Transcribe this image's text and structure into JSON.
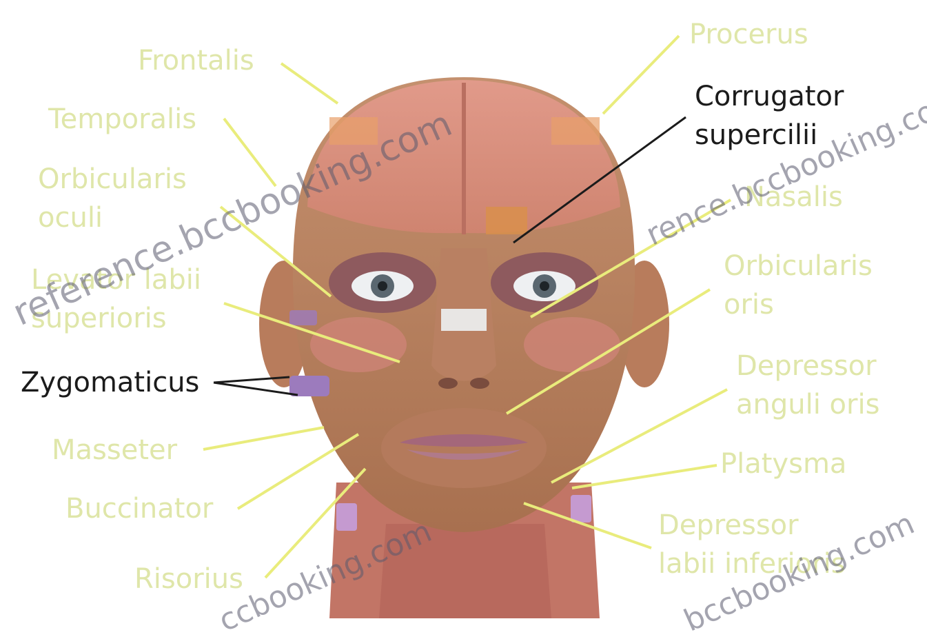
{
  "colors": {
    "faded_label": "#dfe6a9",
    "dark_label": "#1b1b1b",
    "leader_yellow": "#e9ec7c",
    "leader_dark": "#1b1b1b",
    "skin": "#c9926c",
    "muscle": "#d98476"
  },
  "labels": {
    "frontalis": "Frontalis",
    "procerus": "Procerus",
    "temporalis": "Temporalis",
    "corrugator_1": "Corrugator",
    "corrugator_2": "supercilii",
    "orbicularis_oculi_1": "Orbicularis",
    "orbicularis_oculi_2": "oculi",
    "nasalis": "Nasalis",
    "levator_1": "Levator labii",
    "levator_2": "superioris",
    "orbicularis_oris_1": "Orbicularis",
    "orbicularis_oris_2": "oris",
    "zygomaticus": "Zygomaticus",
    "depressor_anguli_1": "Depressor",
    "depressor_anguli_2": "anguli oris",
    "masseter": "Masseter",
    "platysma": "Platysma",
    "buccinator": "Buccinator",
    "depressor_labii_1": "Depressor",
    "depressor_labii_2": "labii inferioris",
    "risorius": "Risorius"
  },
  "watermark": {
    "text_1": "reference.bccbooking.com",
    "text_2": "rence.bccbooking.com",
    "text_3": "ccbooking.com",
    "text_4": "bccbooking.com"
  }
}
